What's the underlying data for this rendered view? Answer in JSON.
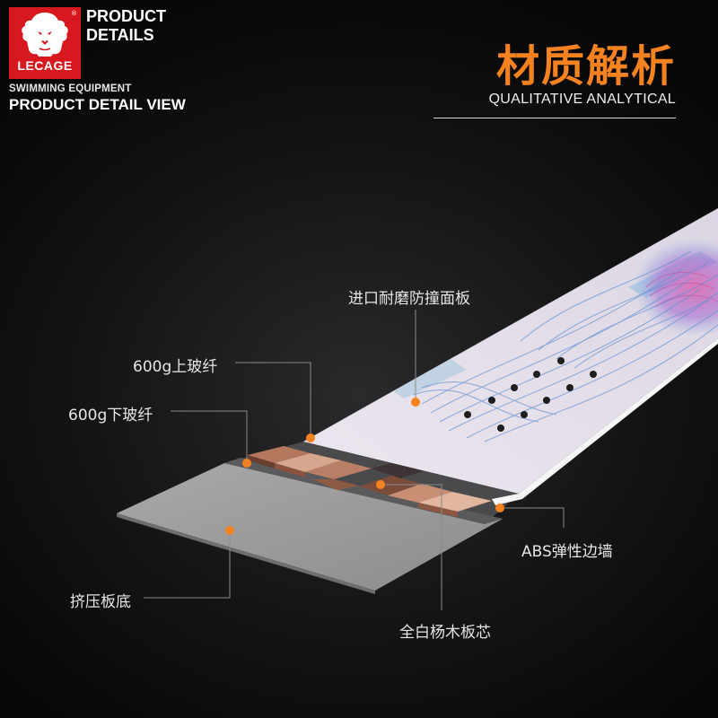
{
  "brand": {
    "logo_text": "LECAGE",
    "registered": "®",
    "badge_line1": "PRODUCT",
    "badge_line2": "DETAILS",
    "category": "SWIMMING EQUIPMENT",
    "view_label": "PRODUCT DETAIL VIEW"
  },
  "heading": {
    "title": "材质解析",
    "subtitle": "QUALITATIVE ANALYTICAL"
  },
  "colors": {
    "accent": "#f58220",
    "brand_red": "#d7181f",
    "leader_line": "#8a8a8a"
  },
  "icons": {
    "logo": "lion-icon",
    "marker": "orange-dot-icon"
  },
  "callouts": {
    "top_sheet": "进口耐磨防撞面板",
    "upper_fiberglass": "600g上玻纤",
    "lower_fiberglass": "600g下玻纤",
    "abs_sidewall": "ABS弹性边墙",
    "base": "挤压板底",
    "wood_core": "全白杨木板芯"
  }
}
